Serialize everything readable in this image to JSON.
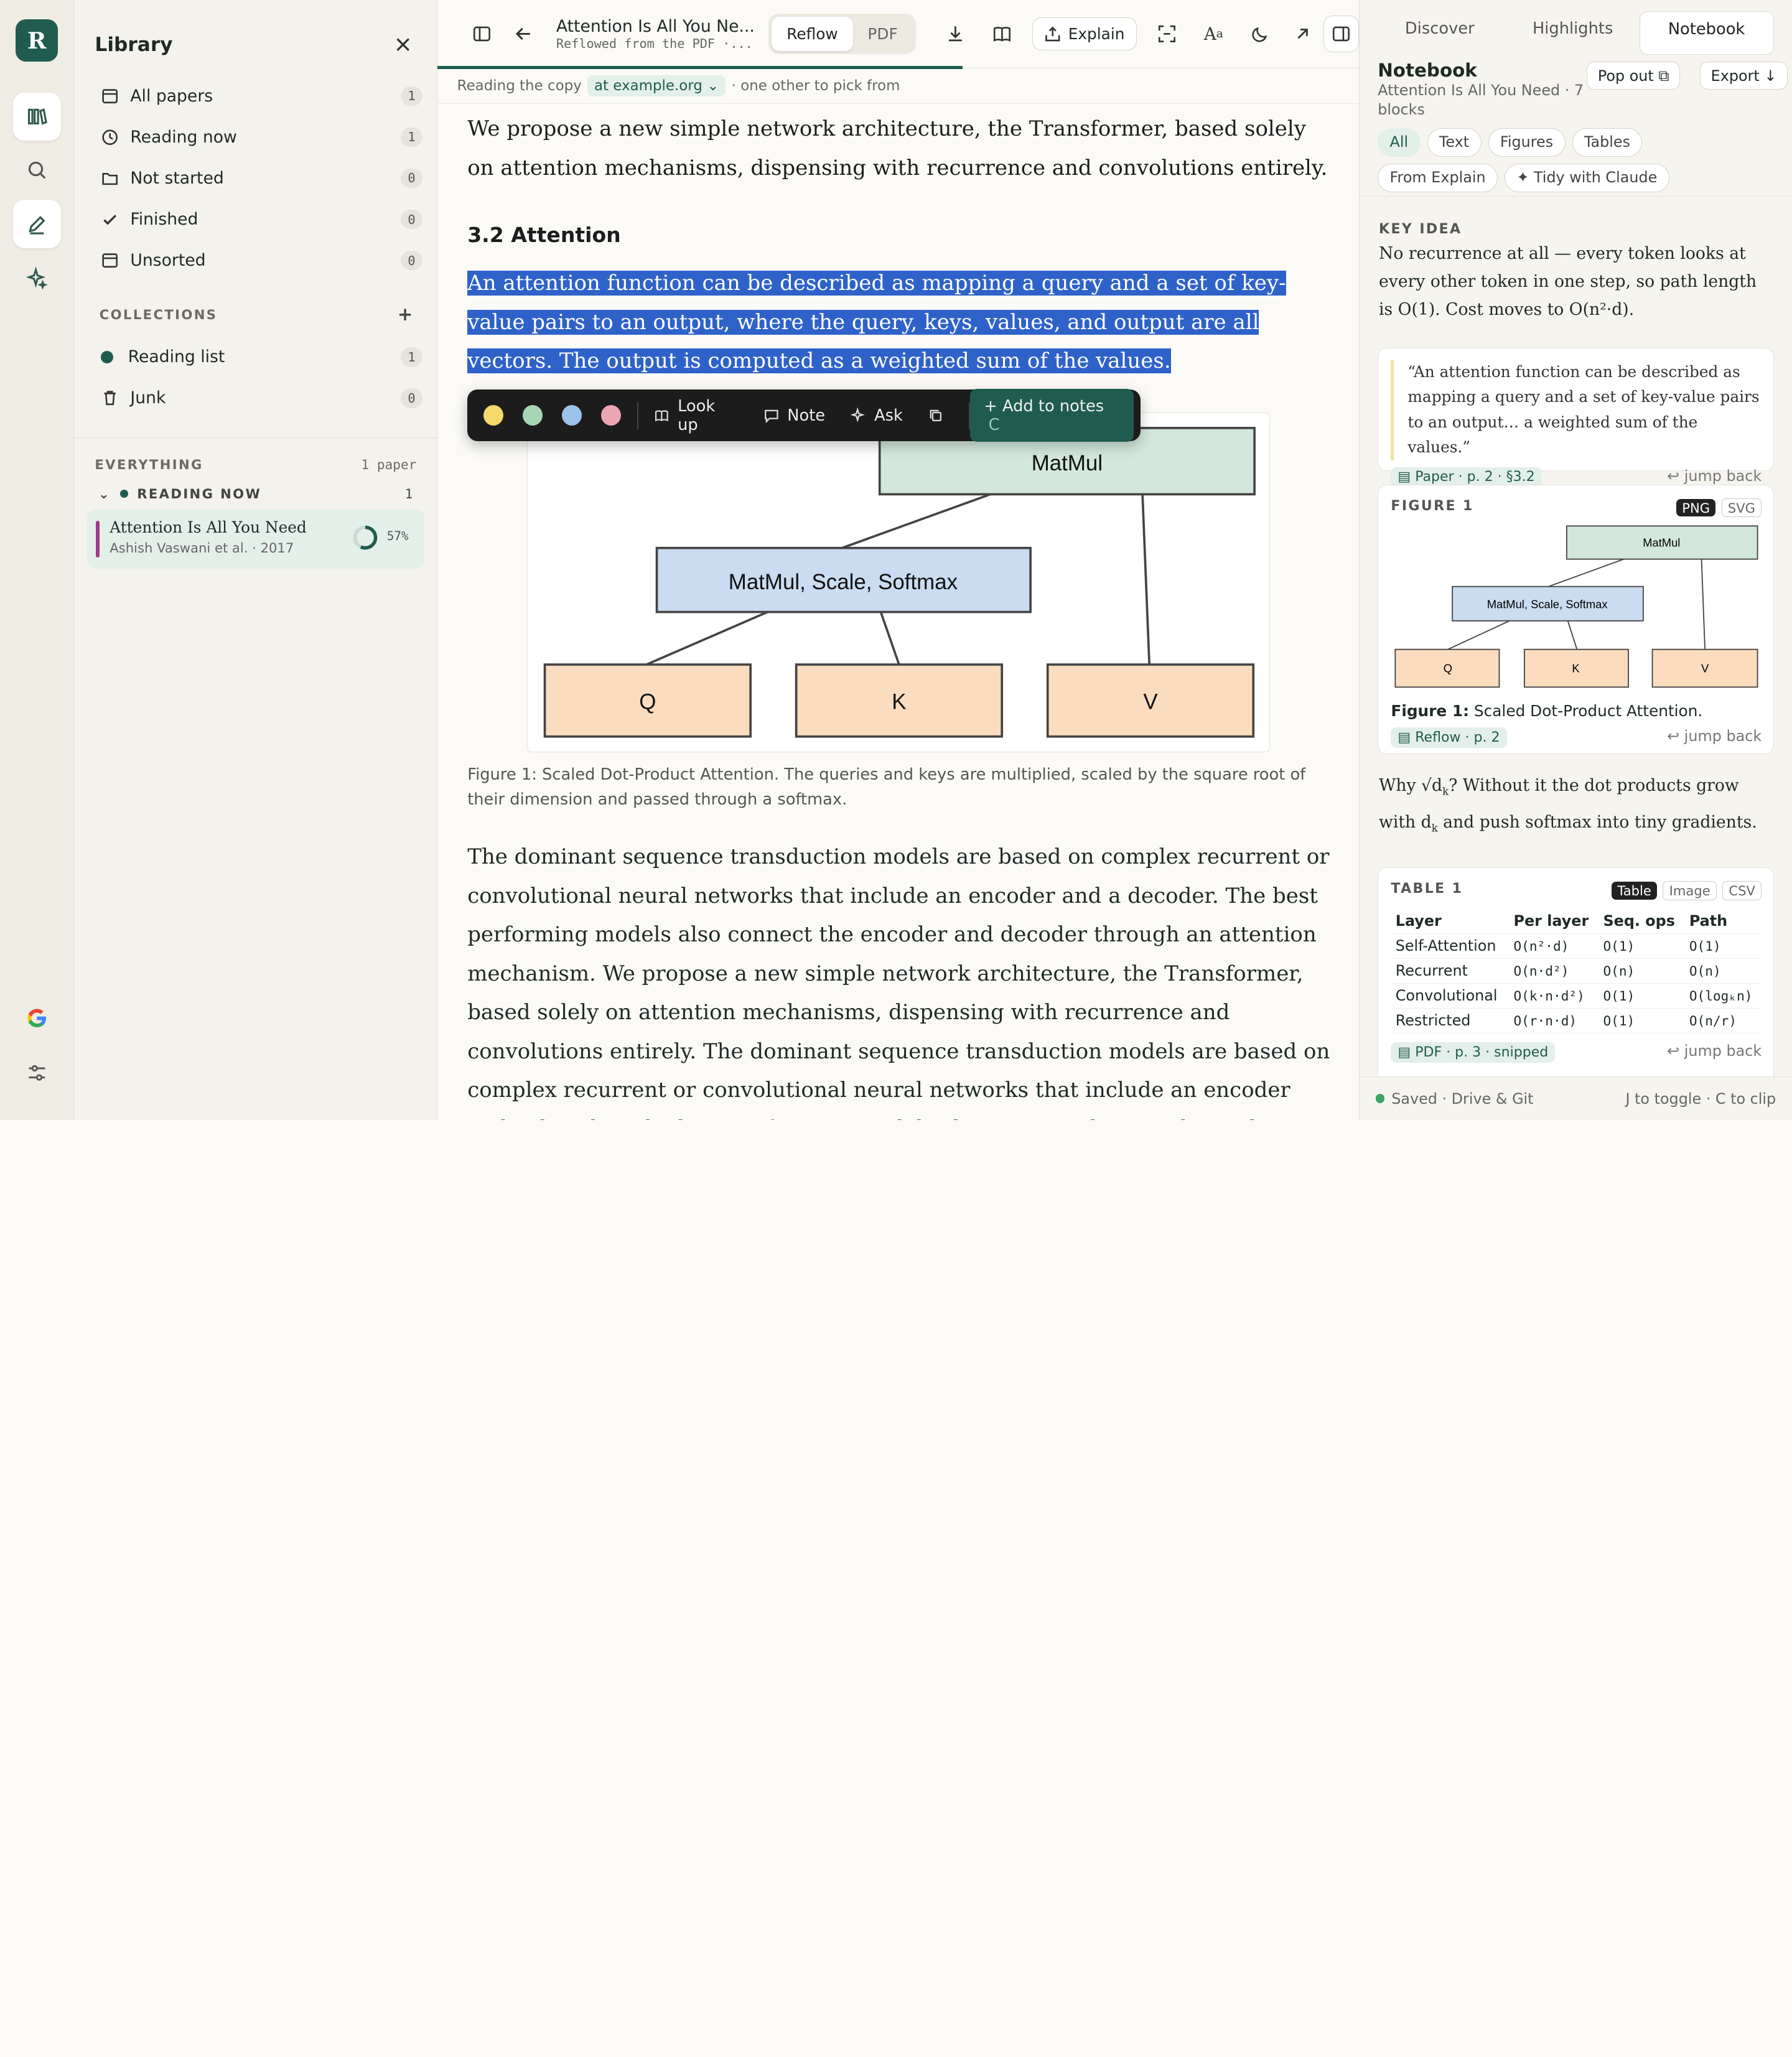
{
  "rail": {
    "logo": "R"
  },
  "library": {
    "title": "Library",
    "nav": [
      {
        "label": "All papers",
        "count": "1"
      },
      {
        "label": "Reading now",
        "count": "1"
      },
      {
        "label": "Not started",
        "count": "0"
      },
      {
        "label": "Finished",
        "count": "0"
      },
      {
        "label": "Unsorted",
        "count": "0"
      }
    ],
    "collections_title": "COLLECTIONS",
    "collections": [
      {
        "label": "Reading list",
        "count": "1"
      },
      {
        "label": "Junk",
        "count": "0"
      }
    ],
    "everything_title": "EVERYTHING",
    "everything_count": "1 paper",
    "group_title": "READING NOW",
    "group_count": "1",
    "paper": {
      "title": "Attention Is All You Need",
      "author": "Ashish Vaswani et al. · 2017",
      "progress": "57%",
      "progress_value": 57
    }
  },
  "reader": {
    "title": "Attention Is All You Ne...",
    "subtitle": "Reflowed from the PDF ·...",
    "mode_reflow": "Reflow",
    "mode_pdf": "PDF",
    "explain": "Explain",
    "copy_prefix": "Reading the copy",
    "copy_source": "at example.org",
    "copy_suffix": "· one other to pick from",
    "para1": "We propose a new simple network architecture, the Transformer, based solely on attention mechanisms, dispensing with recurrence and convolutions entirely.",
    "heading": "3.2 Attention",
    "selected": "An attention function can be described as mapping a query and a set of key-value pairs to an output, where the query, keys, values, and output are all vectors. The output is computed as a weighted sum of the values.",
    "popup": {
      "lookup": "Look up",
      "note": "Note",
      "ask": "Ask",
      "add": "+ Add to notes",
      "add_key": "C"
    },
    "figure": {
      "top": "MatMul",
      "mid": "MatMul, Scale, Softmax",
      "q": "Q",
      "k": "K",
      "v": "V"
    },
    "caption": "Figure 1: Scaled Dot-Product Attention. The queries and keys are multiplied, scaled by the square root of their dimension and passed through a softmax.",
    "para2": "The dominant sequence transduction models are based on complex recurrent or convolutional neural networks that include an encoder and a decoder. The best performing models also connect the encoder and decoder through an attention mechanism. We propose a new simple network architecture, the Transformer, based solely on attention mechanisms, dispensing with recurrence and convolutions entirely. The dominant sequence transduction models are based on complex recurrent or convolutional neural networks that include an encoder and a decoder. The best performing models also connect the encoder and decoder"
  },
  "notebook": {
    "tabs": [
      "Discover",
      "Highlights",
      "Notebook"
    ],
    "title": "Notebook",
    "subtitle": "Attention Is All You Need · 7 blocks",
    "popout": "Pop out ⧉",
    "export": "Export ↓",
    "filters": [
      "All",
      "Text",
      "Figures",
      "Tables",
      "From Explain",
      "✦ Tidy with Claude"
    ],
    "key_label": "KEY IDEA",
    "key_text": "No recurrence at all — every token looks at every other token in one step, so path length is O(1). Cost moves to O(n²·d).",
    "quote": "“An attention function can be described as mapping a query and a set of key-value pairs to an output… a weighted sum of the values.”",
    "quote_src": "▤ Paper · p. 2 · §3.2",
    "jump": "↩ jump back",
    "fig_label": "FIGURE 1",
    "fig_png": "PNG",
    "fig_svg": "SVG",
    "fig_cap_b": "Figure 1:",
    "fig_cap": " Scaled Dot-Product Attention.",
    "fig_src": "▤ Reflow · p. 2",
    "why": "Why √d",
    "why_sub": "k",
    "why2": "? Without it the dot products grow with d",
    "why_sub2": "k",
    "why3": " and push softmax into tiny gradients.",
    "tbl_label": "TABLE 1",
    "tbl_opts": [
      "Table",
      "Image",
      "CSV"
    ],
    "tbl_head": [
      "Layer",
      "Per layer",
      "Seq. ops",
      "Path"
    ],
    "tbl_rows": [
      [
        "Self-Attention",
        "O(n²·d)",
        "O(1)",
        "O(1)"
      ],
      [
        "Recurrent",
        "O(n·d²)",
        "O(n)",
        "O(n)"
      ],
      [
        "Convolutional",
        "O(k·n·d²)",
        "O(1)",
        "O(logₖn)"
      ],
      [
        "Restricted",
        "O(r·n·d)",
        "O(1)",
        "O(n/r)"
      ]
    ],
    "tbl_src": "▤ PDF · p. 3 · snipped",
    "footer_left": "Saved · Drive & Git",
    "footer_right": "J to toggle · C to clip"
  }
}
